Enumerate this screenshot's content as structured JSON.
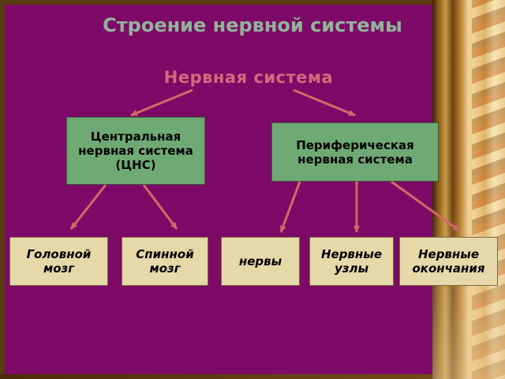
{
  "title": "Строение нервной системы",
  "subtitle": "Нервная система",
  "central": {
    "label": "Центральная нервная система (ЦНС)"
  },
  "peripheral": {
    "label": "Периферическая нервная система"
  },
  "leaves": {
    "brain": "Головной мозг",
    "spinal": "Спинной мозг",
    "nerves": "нервы",
    "ganglia": "Нервные узлы",
    "endings": "Нервные окончания"
  },
  "colors": {
    "background": "#7d0a66",
    "title": "#92b49c",
    "subtitle": "#d36a80",
    "green_box": "#6faa74",
    "tan_box": "#e6d8a8",
    "arrow": "#d06a6a"
  }
}
